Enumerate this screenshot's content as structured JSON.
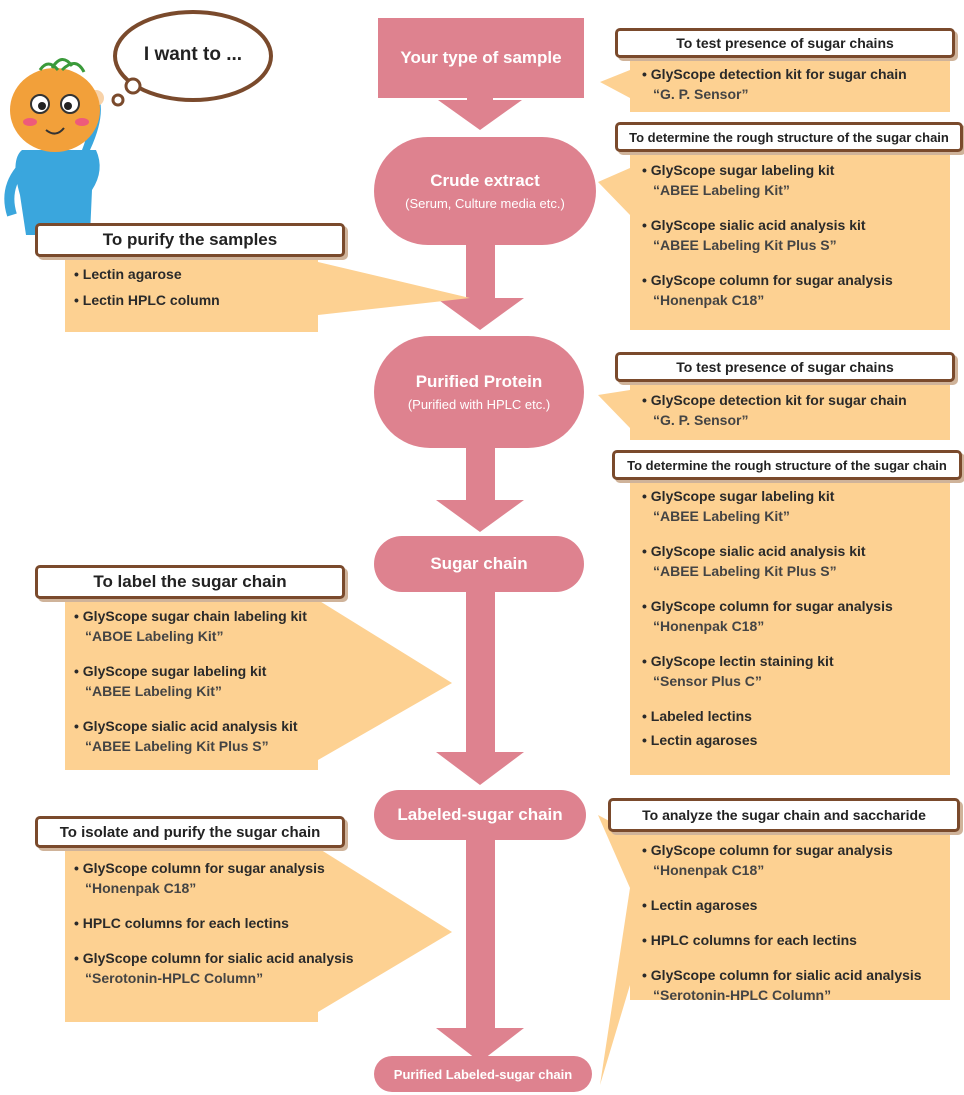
{
  "colors": {
    "node": "#de828f",
    "arrow": "#de828f",
    "panel": "#fdd192",
    "header_border": "#7a4a2c"
  },
  "speech": {
    "text": "I want to ..."
  },
  "mascot": {
    "icon": "onion-mascot-icon"
  },
  "nodes": {
    "sample": {
      "title": "Your type of sample"
    },
    "crude": {
      "title": "Crude extract",
      "subtitle": "(Serum, Culture media etc.)"
    },
    "purified": {
      "title": "Purified Protein",
      "subtitle": "(Purified with HPLC etc.)"
    },
    "sugar": {
      "title": "Sugar chain"
    },
    "labeled": {
      "title": "Labeled-sugar chain"
    },
    "final": {
      "title": "Purified Labeled-sugar chain"
    }
  },
  "panels": {
    "test1": {
      "header": "To test presence of sugar chains",
      "items": [
        {
          "name": "• GlyScope detection kit for sugar chain",
          "product": "“G. P. Sensor”"
        }
      ]
    },
    "rough1": {
      "header": "To determine the rough structure of the sugar chain",
      "items": [
        {
          "name": "• GlyScope sugar labeling kit",
          "product": "“ABEE Labeling Kit”"
        },
        {
          "name": "• GlyScope sialic acid analysis kit",
          "product": "“ABEE Labeling Kit Plus S”"
        },
        {
          "name": "• GlyScope column for sugar analysis",
          "product": "“Honenpak C18”"
        }
      ]
    },
    "purify": {
      "header": "To purify the samples",
      "items": [
        {
          "name": "• Lectin agarose"
        },
        {
          "name": "• Lectin HPLC column"
        }
      ]
    },
    "test2": {
      "header": "To test presence of sugar chains",
      "items": [
        {
          "name": "• GlyScope detection kit for sugar chain",
          "product": "“G. P. Sensor”"
        }
      ]
    },
    "rough2": {
      "header": "To determine the rough structure of the sugar chain",
      "items": [
        {
          "name": "• GlyScope sugar labeling kit",
          "product": "“ABEE Labeling Kit”"
        },
        {
          "name": "• GlyScope sialic acid analysis kit",
          "product": "“ABEE Labeling Kit Plus S”"
        },
        {
          "name": "• GlyScope column for sugar analysis",
          "product": "“Honenpak C18”"
        },
        {
          "name": "• GlyScope lectin staining kit",
          "product": "“Sensor Plus C”"
        },
        {
          "name": "• Labeled lectins"
        },
        {
          "name": "• Lectin agaroses"
        }
      ]
    },
    "label": {
      "header": "To label the sugar chain",
      "items": [
        {
          "name": "• GlyScope sugar chain labeling kit",
          "product": "“ABOE Labeling Kit”"
        },
        {
          "name": "• GlyScope sugar labeling kit",
          "product": "“ABEE Labeling Kit”"
        },
        {
          "name": "• GlyScope sialic acid analysis kit",
          "product": "“ABEE Labeling Kit Plus S”"
        }
      ]
    },
    "isolate": {
      "header": "To isolate and purify the sugar chain",
      "items": [
        {
          "name": "• GlyScope column for sugar analysis",
          "product": "“Honenpak C18”"
        },
        {
          "name": "• HPLC columns for each lectins"
        },
        {
          "name": "• GlyScope column for sialic acid analysis",
          "product": "“Serotonin-HPLC Column”"
        }
      ]
    },
    "analyze": {
      "header": "To analyze the sugar chain and saccharide",
      "items": [
        {
          "name": "• GlyScope column for sugar analysis",
          "product": "“Honenpak C18”"
        },
        {
          "name": "• Lectin agaroses"
        },
        {
          "name": "• HPLC columns for each lectins"
        },
        {
          "name": "• GlyScope column for sialic acid analysis",
          "product": "“Serotonin-HPLC Column”"
        }
      ]
    }
  }
}
